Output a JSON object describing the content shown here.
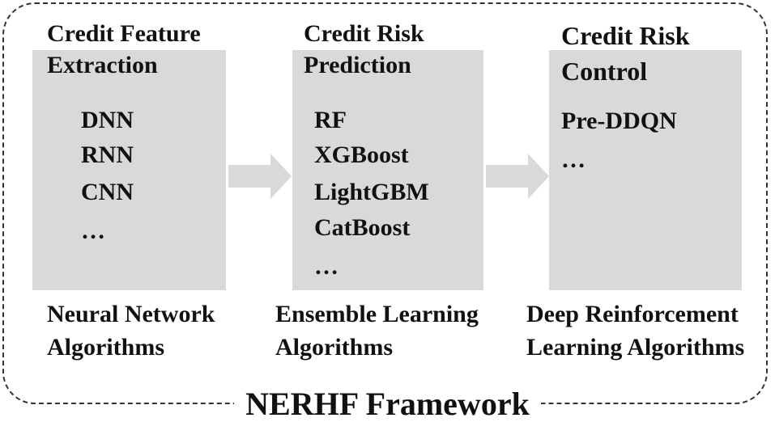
{
  "framework": {
    "title": "NERHF Framework"
  },
  "stages": [
    {
      "title_line1": "Credit Feature",
      "title_line2": "Extraction",
      "items": [
        "DNN",
        "RNN",
        "CNN",
        "…"
      ],
      "caption_line1": "Neural Network",
      "caption_line2": "Algorithms"
    },
    {
      "title_line1": "Credit Risk",
      "title_line2": "Prediction",
      "items": [
        "RF",
        "XGBoost",
        "LightGBM",
        "CatBoost",
        "…"
      ],
      "caption_line1": "Ensemble Learning",
      "caption_line2": "Algorithms"
    },
    {
      "title_line1": "Credit Risk",
      "title_line2": "Control",
      "items": [
        "Pre-DDQN",
        "…"
      ],
      "caption_line1": "Deep Reinforcement",
      "caption_line2": "Learning Algorithms"
    }
  ],
  "colors": {
    "box_fill": "#d9d9d9",
    "arrow_fill": "#d9d9d9",
    "text": "#111111",
    "frame_border": "#333333"
  }
}
